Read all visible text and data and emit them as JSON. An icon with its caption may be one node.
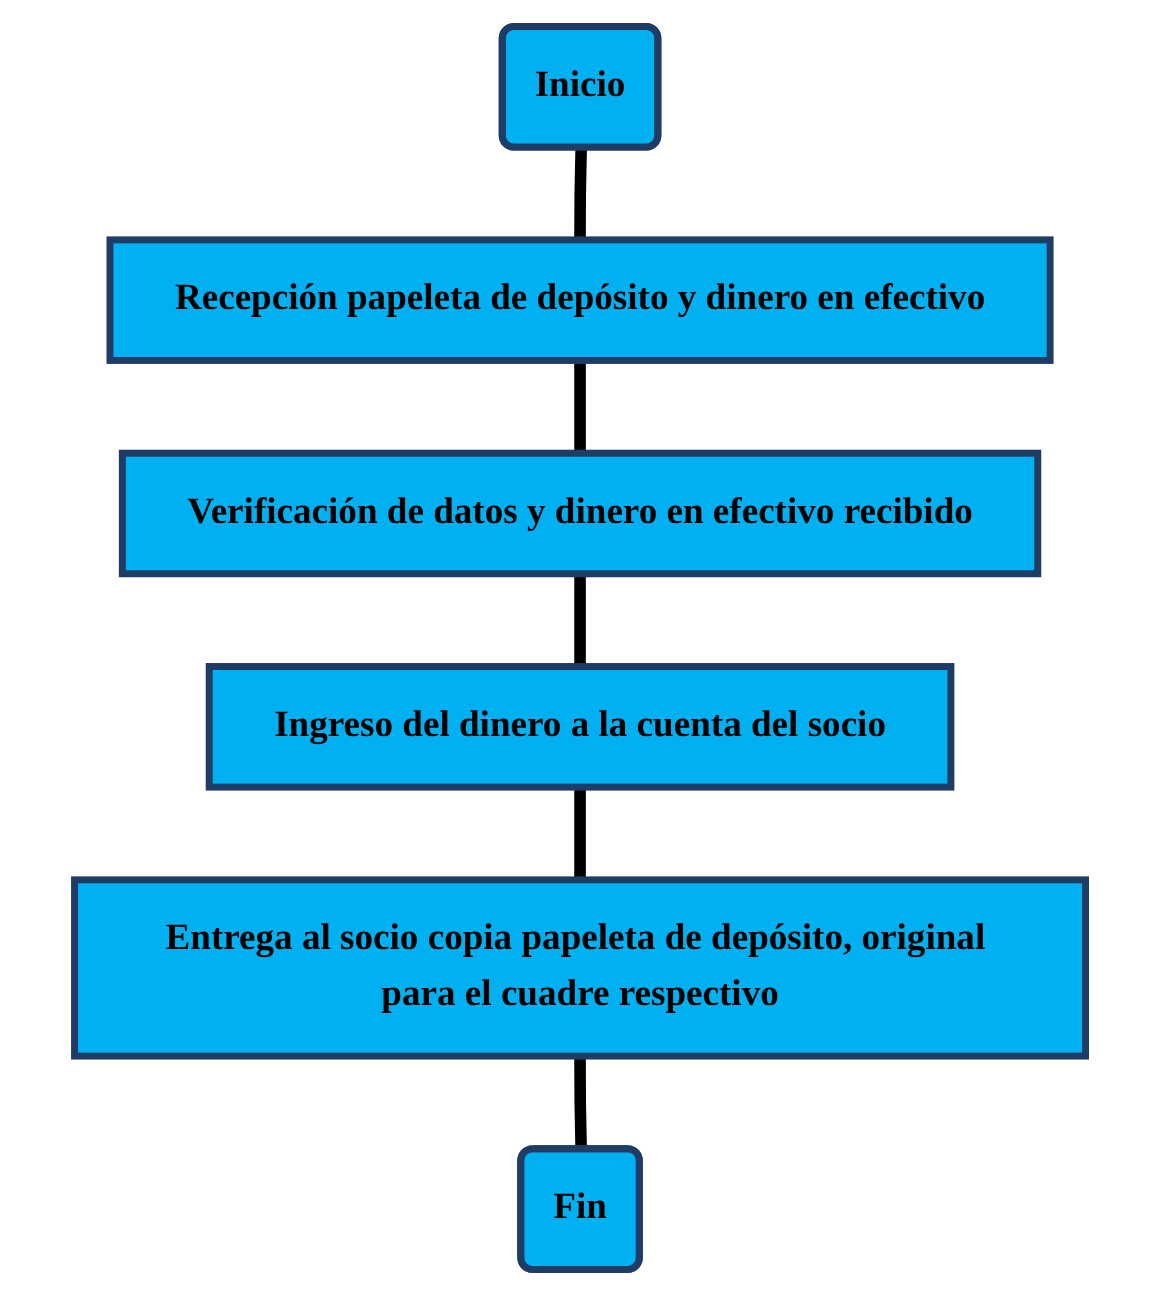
{
  "diagram": {
    "nodes": [
      {
        "text": [
          "Inicio"
        ]
      },
      {
        "text": [
          "Recepción papeleta de depósito y dinero en efectivo"
        ]
      },
      {
        "text": [
          "Verificación de datos y dinero en efectivo recibido"
        ]
      },
      {
        "text": [
          "Ingreso del dinero a la cuenta del socio"
        ]
      },
      {
        "text": [
          "Entrega al socio copia papeleta de depósito, original para el cuadre respectivo"
        ]
      },
      {
        "text": [
          "Fin"
        ]
      }
    ],
    "edges": [
      {
        "from": 0,
        "to": 1,
        "arrow": "none"
      },
      {
        "from": 1,
        "to": 2,
        "arrow": "none"
      },
      {
        "from": 2,
        "to": 3,
        "arrow": "none"
      },
      {
        "from": 3,
        "to": 4,
        "arrow": "none"
      },
      {
        "from": 4,
        "to": 5,
        "arrow": "none"
      }
    ]
  }
}
